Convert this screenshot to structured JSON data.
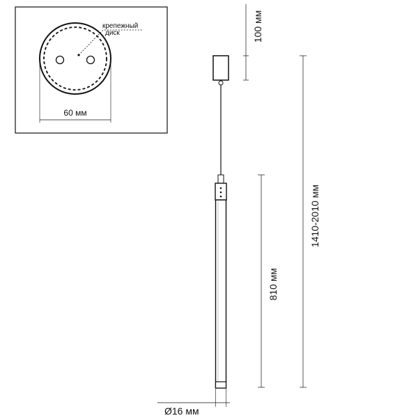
{
  "inset": {
    "callout_line1": "крепежный",
    "callout_line2": "диск",
    "disk_width": "60 мм"
  },
  "dimensions": {
    "canopy_height": "100 мм",
    "overall_length": "1410-2010 мм",
    "tube_length": "810 мм",
    "tube_diameter": "Ø16 мм"
  }
}
